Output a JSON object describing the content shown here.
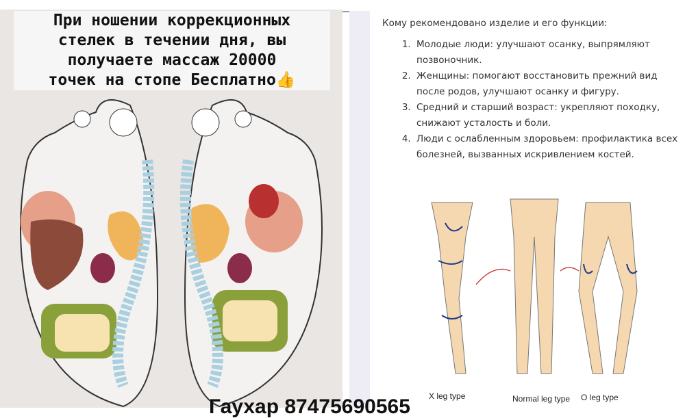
{
  "left": {
    "caption_lines": [
      "При ношении коррекционных",
      "стелек в течении дня, вы",
      "получаете массаж 20000",
      "точек на стопе Бесплатно👍"
    ],
    "contact": "Гаухар 87475690565"
  },
  "right": {
    "title": "Кому рекомендовано изделие и его функции:",
    "items": [
      "Молодые люди: улучшают осанку, выпрямляют позвоночник.",
      "Женщины: помогают восстановить прежний вид после родов, улучшают осанку и фигуру.",
      "Средний и старший возраст: укрепляют походку, снижают усталость и боли.",
      "Люди с ослабленным здоровьем: профилактика всех болезней, вызванных искривлением костей."
    ],
    "leg_types": [
      "X leg type",
      "Normal leg type",
      "O leg type"
    ]
  },
  "colors": {
    "liver": "#8b4a3a",
    "organ_pink": "#e6a089",
    "stomach": "#f0b55a",
    "intestine": "#8aa03a",
    "spine": "#a9cfe0",
    "bone": "#f5d7b0"
  }
}
